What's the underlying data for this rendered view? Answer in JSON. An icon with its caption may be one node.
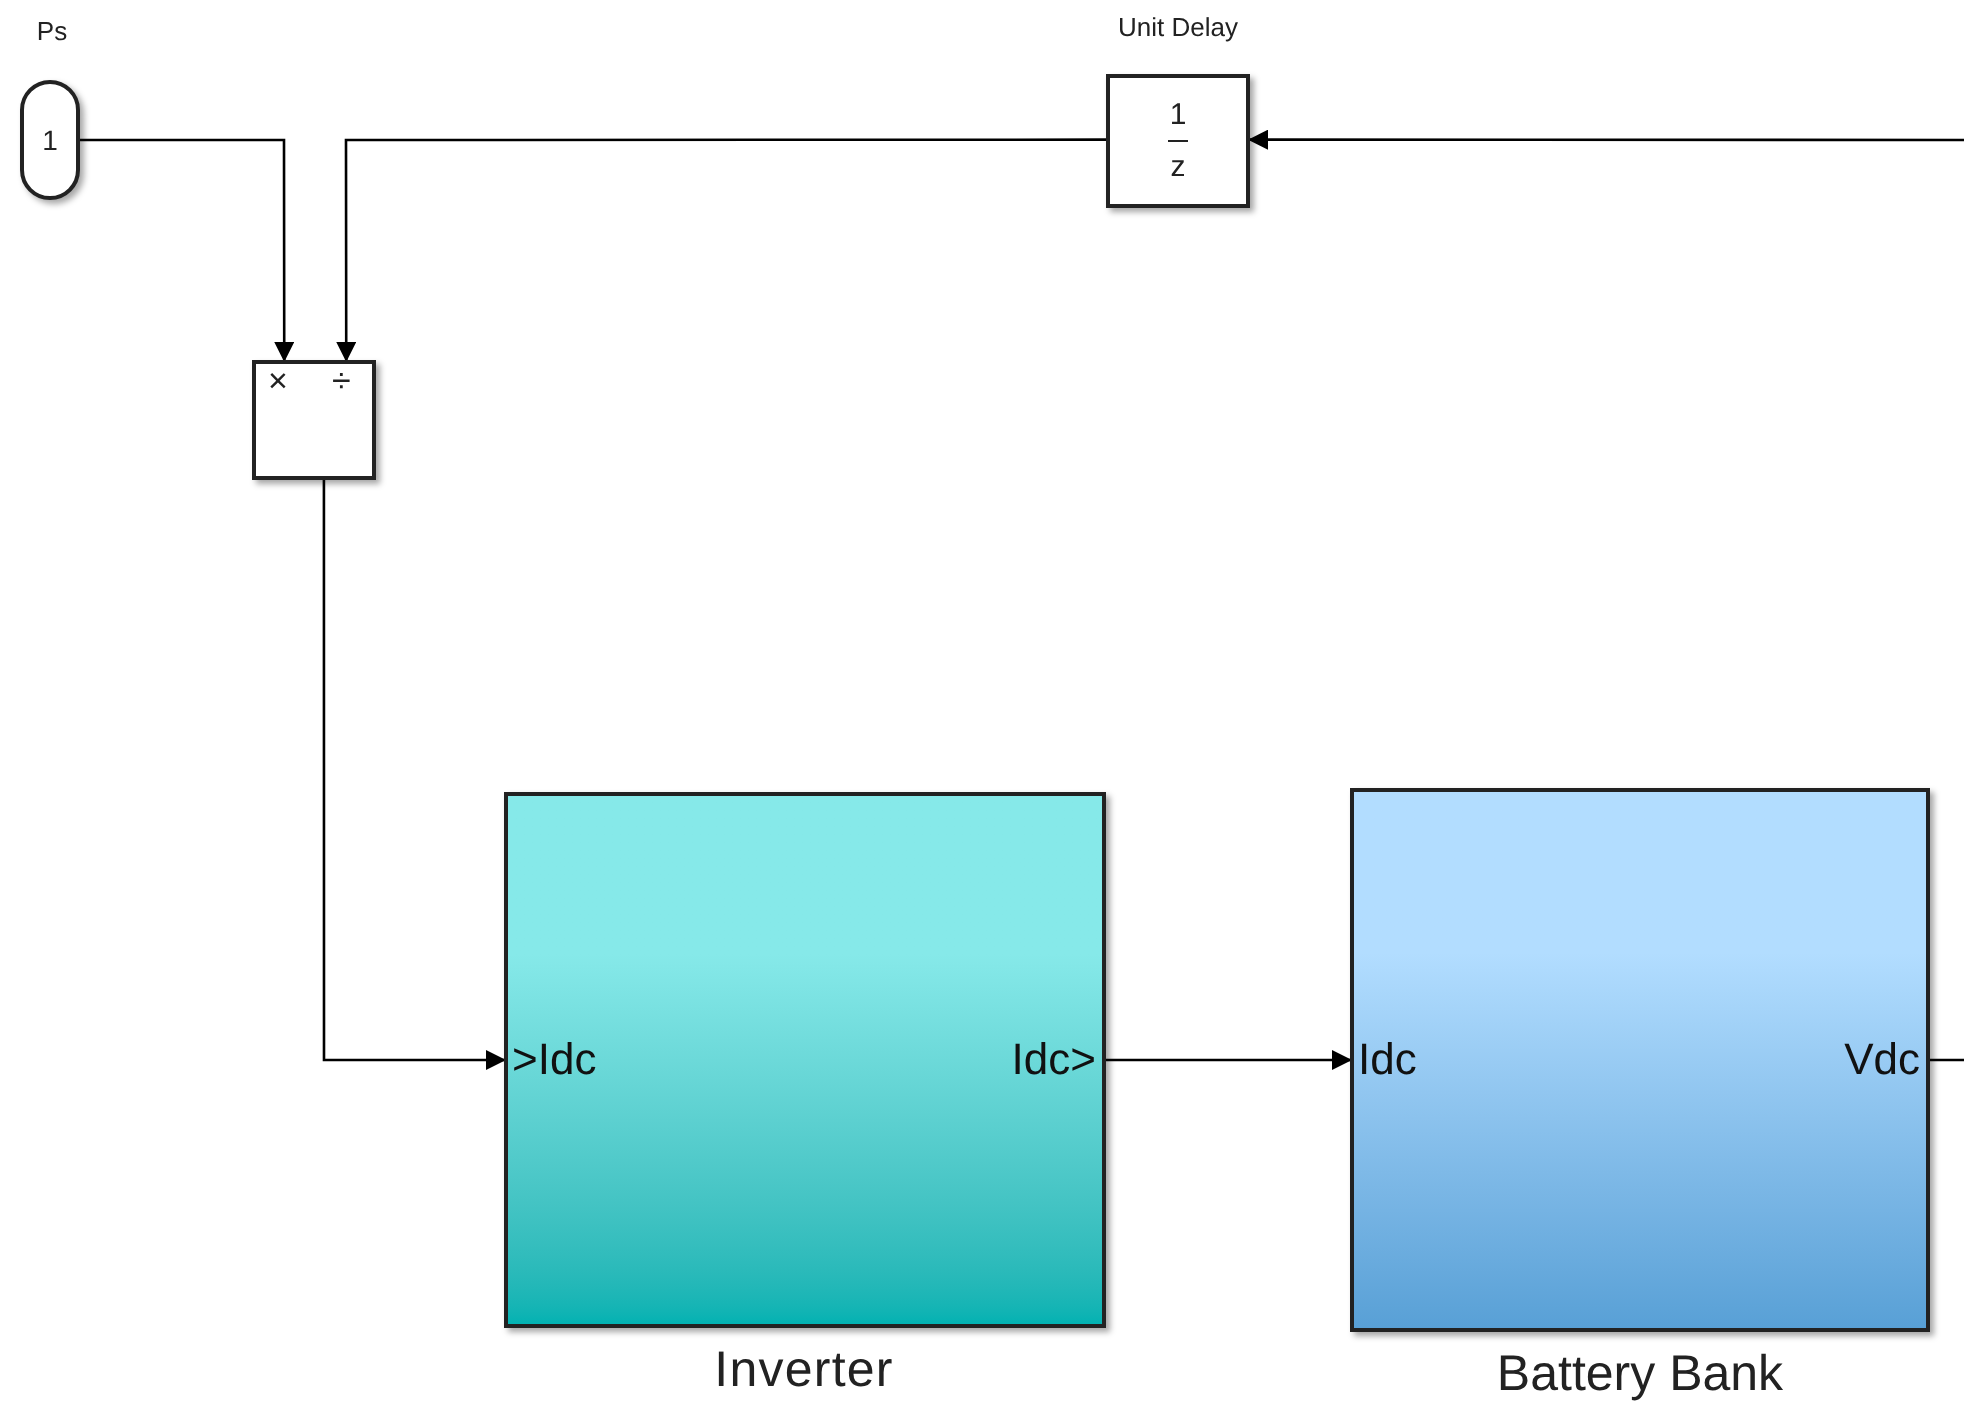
{
  "diagram": {
    "nodes": [
      {
        "text": [
          "1"
        ],
        "beside": [
          "Ps"
        ]
      },
      {
        "text": [
          "1",
          "z"
        ],
        "beside": [
          "Unit Delay"
        ]
      },
      {
        "text": [
          "×",
          "÷"
        ]
      },
      {
        "text": [
          ">Idc",
          "Idc>"
        ],
        "beside": [
          "Inverter"
        ]
      },
      {
        "text": [
          "Idc",
          "Vdc"
        ],
        "beside": [
          "Battery Bank"
        ]
      }
    ],
    "edges": [
      {
        "from": 0,
        "to": 2,
        "arrow": "to"
      },
      {
        "from": 1,
        "to": 2,
        "arrow": "to"
      },
      {
        "from": null,
        "to": 1,
        "arrow": "to"
      },
      {
        "from": 2,
        "to": 3,
        "arrow": "to"
      },
      {
        "from": 3,
        "to": 4,
        "arrow": "to"
      },
      {
        "from": 4,
        "to": null,
        "arrow": "none"
      }
    ]
  }
}
